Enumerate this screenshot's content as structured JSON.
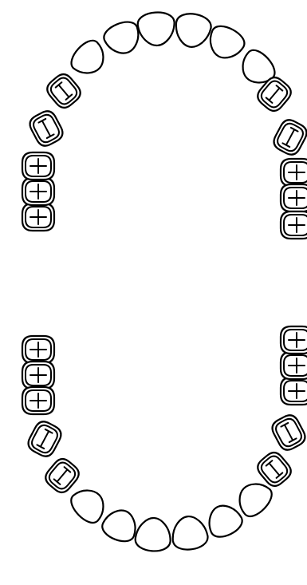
{
  "chart": {
    "stroke_color": "#000000",
    "background_color": "#ffffff"
  },
  "arches": [
    {
      "name": "upper-arch",
      "teeth": [
        {
          "name": "upper-right-molar-3",
          "kind": "molar"
        },
        {
          "name": "upper-right-molar-2",
          "kind": "molar"
        },
        {
          "name": "upper-right-molar-1",
          "kind": "molar"
        },
        {
          "name": "upper-right-premolar-2",
          "kind": "premolar"
        },
        {
          "name": "upper-right-premolar-1",
          "kind": "premolar"
        },
        {
          "name": "upper-right-canine",
          "kind": "anterior"
        },
        {
          "name": "upper-right-lateral-incisor",
          "kind": "anterior"
        },
        {
          "name": "upper-right-central-incisor",
          "kind": "anterior"
        },
        {
          "name": "upper-left-central-incisor",
          "kind": "anterior"
        },
        {
          "name": "upper-left-lateral-incisor",
          "kind": "anterior"
        },
        {
          "name": "upper-left-canine",
          "kind": "anterior"
        },
        {
          "name": "upper-left-premolar-1",
          "kind": "premolar"
        },
        {
          "name": "upper-left-premolar-2",
          "kind": "premolar"
        },
        {
          "name": "upper-left-molar-1",
          "kind": "molar"
        },
        {
          "name": "upper-left-molar-2",
          "kind": "molar"
        },
        {
          "name": "upper-left-molar-3",
          "kind": "molar"
        }
      ]
    },
    {
      "name": "lower-arch",
      "teeth": [
        {
          "name": "lower-right-molar-3",
          "kind": "molar"
        },
        {
          "name": "lower-right-molar-2",
          "kind": "molar"
        },
        {
          "name": "lower-right-molar-1",
          "kind": "molar"
        },
        {
          "name": "lower-right-premolar-2",
          "kind": "premolar"
        },
        {
          "name": "lower-right-premolar-1",
          "kind": "premolar"
        },
        {
          "name": "lower-right-canine",
          "kind": "anterior"
        },
        {
          "name": "lower-right-lateral-incisor",
          "kind": "anterior"
        },
        {
          "name": "lower-right-central-incisor",
          "kind": "anterior"
        },
        {
          "name": "lower-left-central-incisor",
          "kind": "anterior"
        },
        {
          "name": "lower-left-lateral-incisor",
          "kind": "anterior"
        },
        {
          "name": "lower-left-canine",
          "kind": "anterior"
        },
        {
          "name": "lower-left-premolar-1",
          "kind": "premolar"
        },
        {
          "name": "lower-left-premolar-2",
          "kind": "premolar"
        },
        {
          "name": "lower-left-molar-1",
          "kind": "molar"
        },
        {
          "name": "lower-left-molar-2",
          "kind": "molar"
        },
        {
          "name": "lower-left-molar-3",
          "kind": "molar"
        }
      ]
    }
  ]
}
